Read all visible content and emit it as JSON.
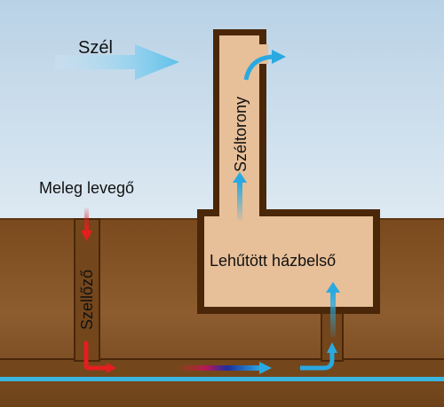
{
  "labels": {
    "wind": "Szél",
    "warm_air": "Meleg levegő",
    "vent_shaft": "Szellőző",
    "wind_tower": "Széltorony",
    "cooled_interior": "Lehűtött házbelső"
  },
  "colors": {
    "sky_top": "#b9d2e6",
    "sky_bottom": "#d7e6f1",
    "soil": "#8a5a2c",
    "soil_dark": "#5a3512",
    "structure_outline": "#4b2709",
    "interior_fill": "#e7bf98",
    "shaft_fill": "#74461c",
    "water_line": "#3ab5e0",
    "air_blue": "#2aa9e0",
    "air_red": "#e41e1e",
    "air_navy": "#1d2f9e"
  }
}
